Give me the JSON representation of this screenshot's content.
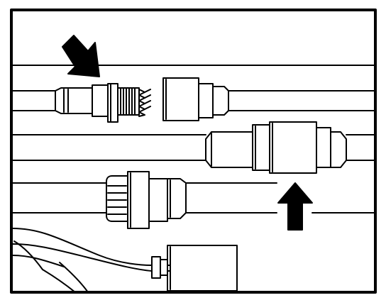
{
  "figure": {
    "kind": "technical line illustration",
    "ink_color": "#000000",
    "paper_color": "#ffffff",
    "parts": [
      {
        "name": "sensor-connector-plug"
      },
      {
        "name": "sensor-connector-socket"
      },
      {
        "name": "inline-coupler"
      },
      {
        "name": "flexible-coupler"
      },
      {
        "name": "junction-box"
      }
    ],
    "arrows": [
      {
        "name": "arrow-diagonal",
        "direction": "down-right"
      },
      {
        "name": "arrow-up",
        "direction": "up"
      }
    ]
  }
}
